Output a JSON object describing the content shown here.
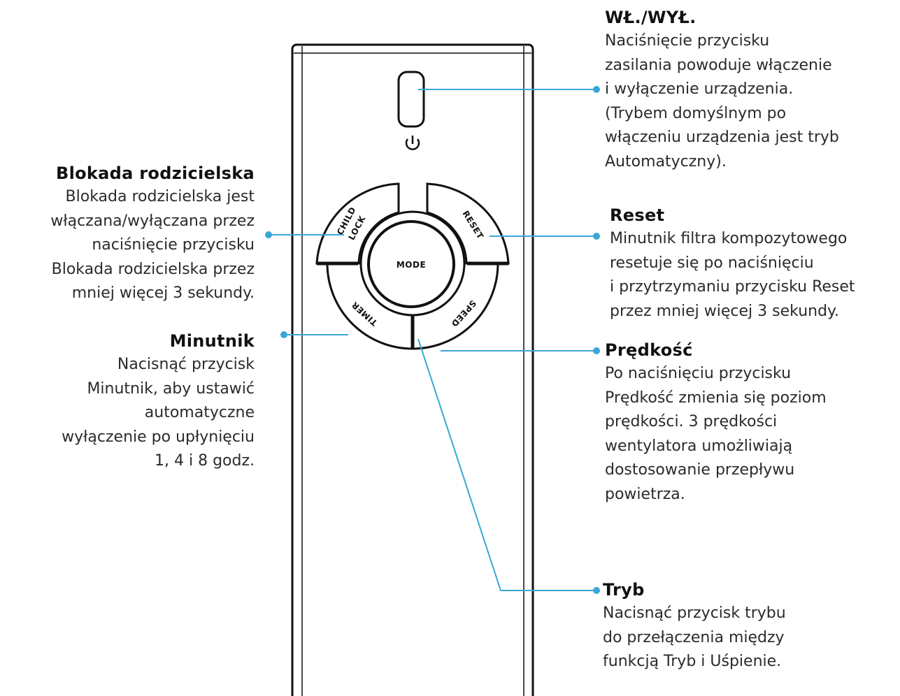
{
  "remote": {
    "buttons": {
      "child_lock_line1": "CHILD",
      "child_lock_line2": "LOCK",
      "reset": "RESET",
      "mode": "MODE",
      "timer": "TIMER",
      "speed": "SPEED"
    }
  },
  "callouts": {
    "power": {
      "title": "WŁ./WYŁ.",
      "text": "Naciśnięcie przycisku\nzasilania powoduje włączenie\ni wyłączenie urządzenia.\n(Trybem domyślnym po\nwłączeniu urządzenia jest tryb\nAutomatyczny)."
    },
    "child_lock": {
      "title": "Blokada rodzicielska",
      "text": "Blokada rodzicielska jest\nwłączana/wyłączana przez\nnaciśnięcie przycisku\nBlokada rodzicielska przez\nmniej więcej 3 sekundy."
    },
    "reset": {
      "title": "Reset",
      "text": "Minutnik filtra kompozytowego\nresetuje się po naciśnięciu\ni przytrzymaniu przycisku Reset\nprzez mniej więcej 3 sekundy."
    },
    "timer": {
      "title": "Minutnik",
      "text": "Nacisnąć przycisk\nMinutnik, aby ustawić\nautomatyczne\nwyłączenie po upłynięciu\n1, 4 i 8 godz."
    },
    "speed": {
      "title": "Prędkość",
      "text": "Po naciśnięciu przycisku\nPrędkość zmienia się poziom\nprędkości. 3 prędkości\nwentylatora umożliwiają\ndostosowanie przepływu\npowietrza."
    },
    "mode": {
      "title": "Tryb",
      "text": "Nacisnąć przycisk trybu\ndo przełączenia między\nfunkcją Tryb i Uśpienie."
    }
  },
  "colors": {
    "leader": "#3aa7d6",
    "outline": "#111111"
  }
}
